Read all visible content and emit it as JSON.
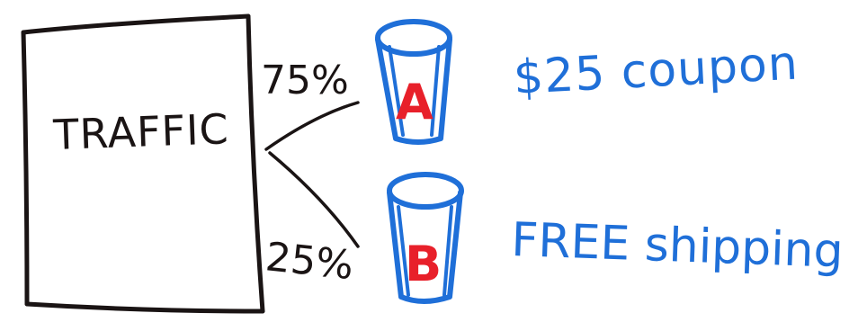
{
  "source": {
    "label": "TRAFFIC"
  },
  "splits": [
    {
      "percent": "75%",
      "variant": "A",
      "reward": "$25 coupon"
    },
    {
      "percent": "25%",
      "variant": "B",
      "reward": "FREE shipping"
    }
  ],
  "colors": {
    "ink_black": "#1a1414",
    "ink_blue": "#1f6fd8",
    "ink_red": "#e8202a",
    "background": "#ffffff"
  },
  "icons": {
    "bucket": "cup-bucket-icon"
  }
}
